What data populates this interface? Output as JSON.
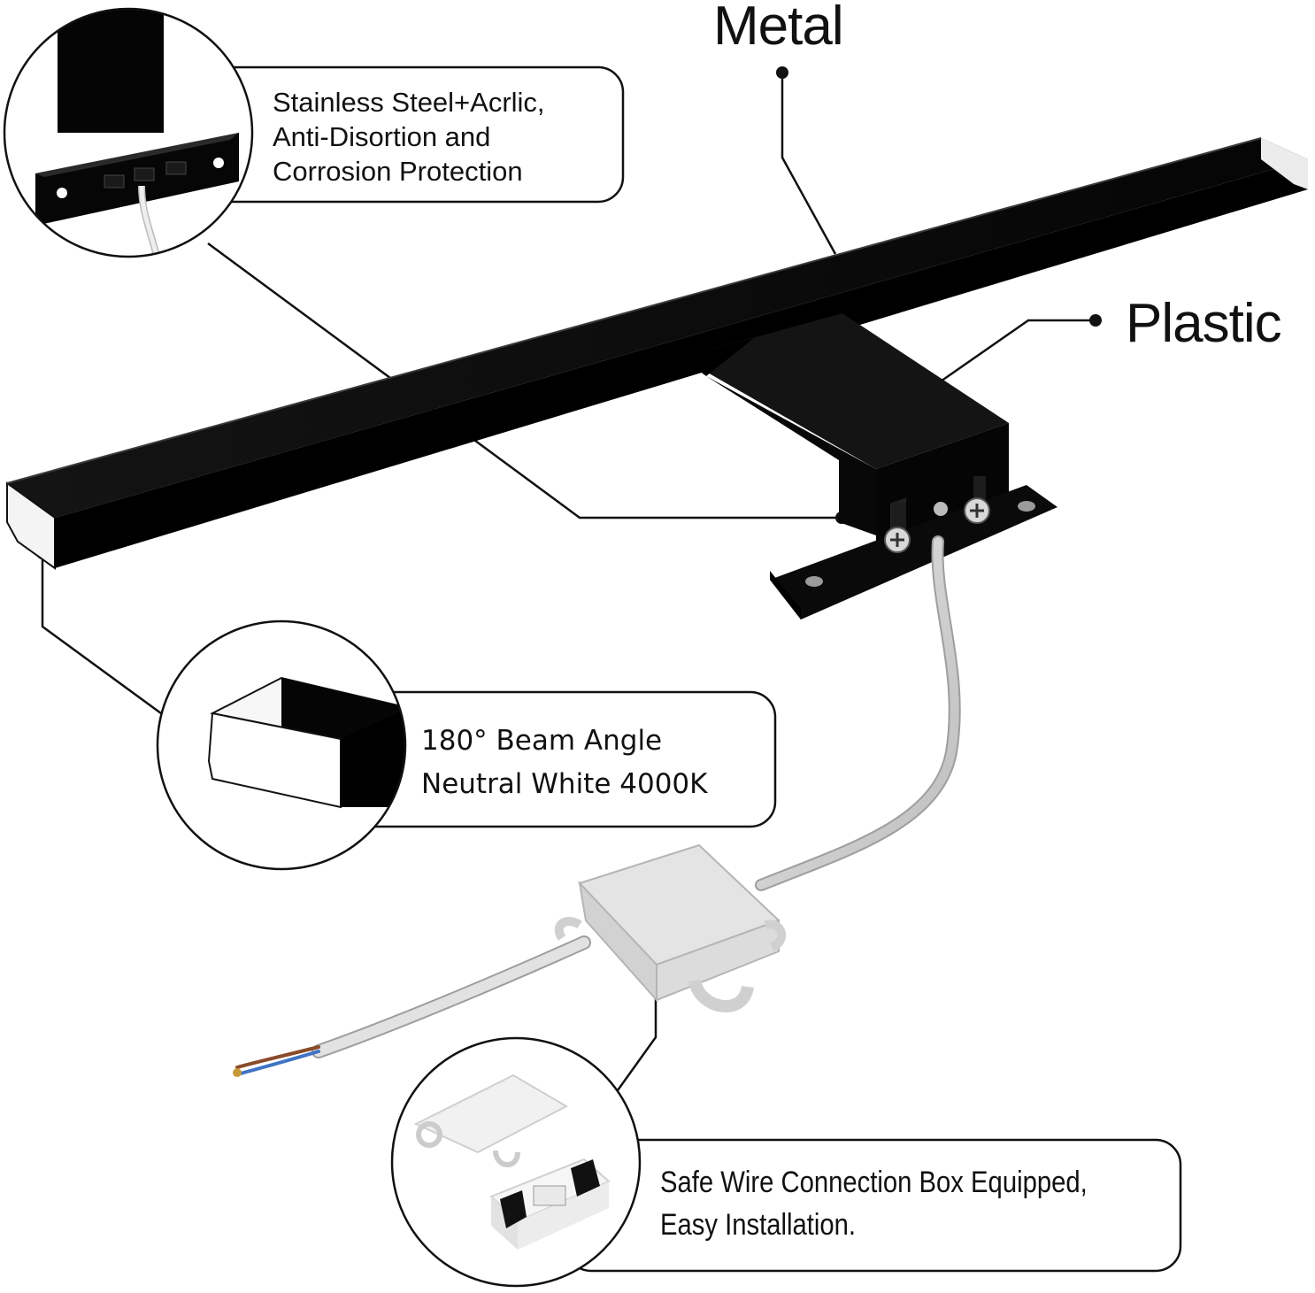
{
  "labels": {
    "metal": "Metal",
    "plastic": "Plastic"
  },
  "callouts": {
    "bracket": {
      "line1": "Stainless Steel+Acrlic,",
      "line2": "Anti-Disortion and",
      "line3": "Corrosion Protection"
    },
    "beam": {
      "line1": "180° Beam Angle",
      "line2": "Neutral White 4000K"
    },
    "box": {
      "line1": "Safe Wire Connection Box Equipped,",
      "line2": "Easy Installation."
    }
  },
  "colors": {
    "lamp": "#0b0b0b",
    "outline": "#111111",
    "cable": "#d6d6d6",
    "box": "#ececec"
  }
}
